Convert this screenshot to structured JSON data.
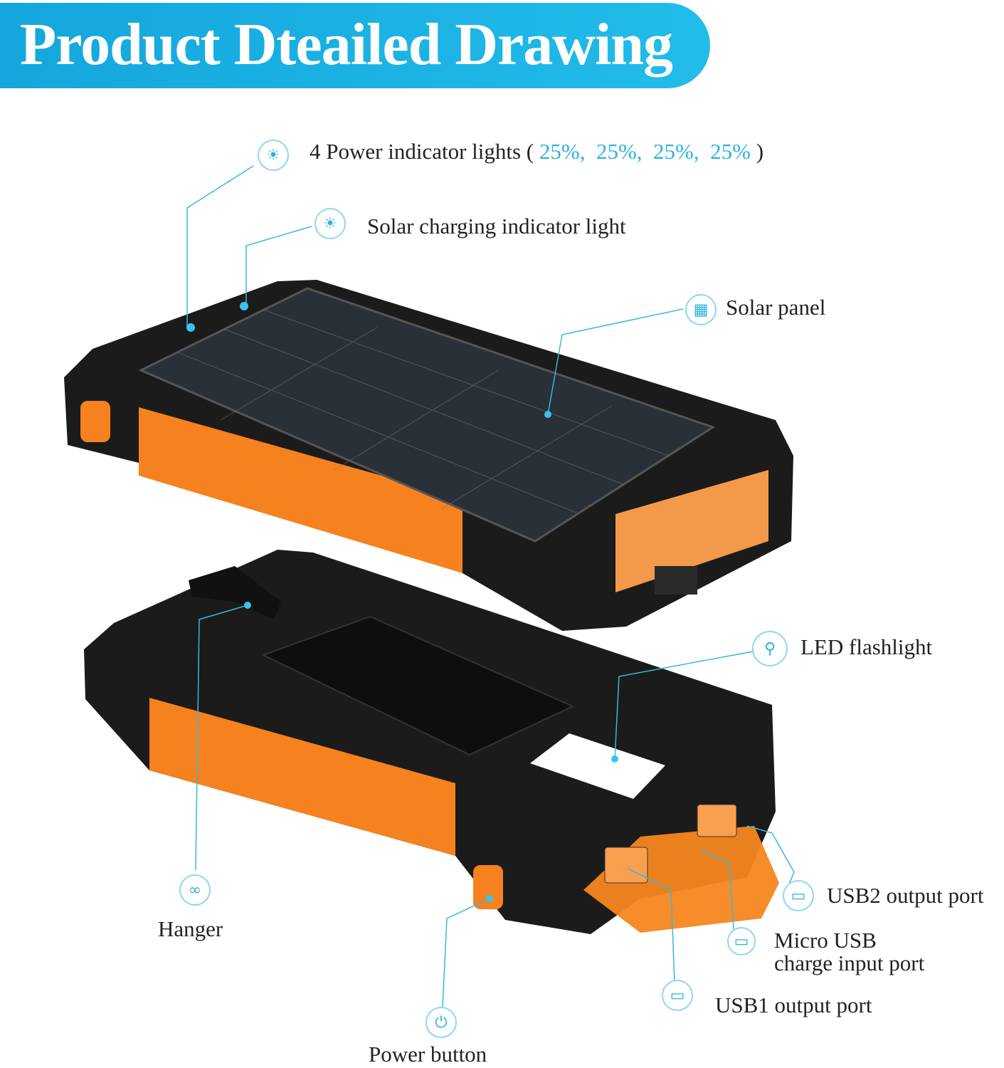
{
  "title": "Product Dteailed Drawing",
  "colors": {
    "banner": "#1cb2e4",
    "accent": "#2bb2dd",
    "device_body": "#1c1c1c",
    "device_trim": "#f5821f"
  },
  "callouts": {
    "power_lights": {
      "prefix": "4 Power indicator lights ( ",
      "values": [
        "25%,",
        "25%,",
        "25%,",
        "25%"
      ],
      "suffix": " )",
      "icon": "lightbulb-icon"
    },
    "solar_light": {
      "label": "Solar charging indicator light",
      "icon": "lightbulb-icon"
    },
    "solar_panel": {
      "label": "Solar panel",
      "icon": "solar-panel-icon"
    },
    "led": {
      "label": "LED flashlight",
      "icon": "flashlight-icon"
    },
    "hanger": {
      "label": "Hanger",
      "icon": "hanger-icon"
    },
    "usb2": {
      "label": "USB2 output port",
      "icon": "usb-port-icon"
    },
    "micro": {
      "line1": "Micro USB",
      "line2": "charge input port",
      "icon": "micro-usb-icon"
    },
    "usb1": {
      "label": "USB1 output port",
      "icon": "usb-port-icon"
    },
    "power": {
      "label": "Power button",
      "icon": "power-icon"
    }
  }
}
